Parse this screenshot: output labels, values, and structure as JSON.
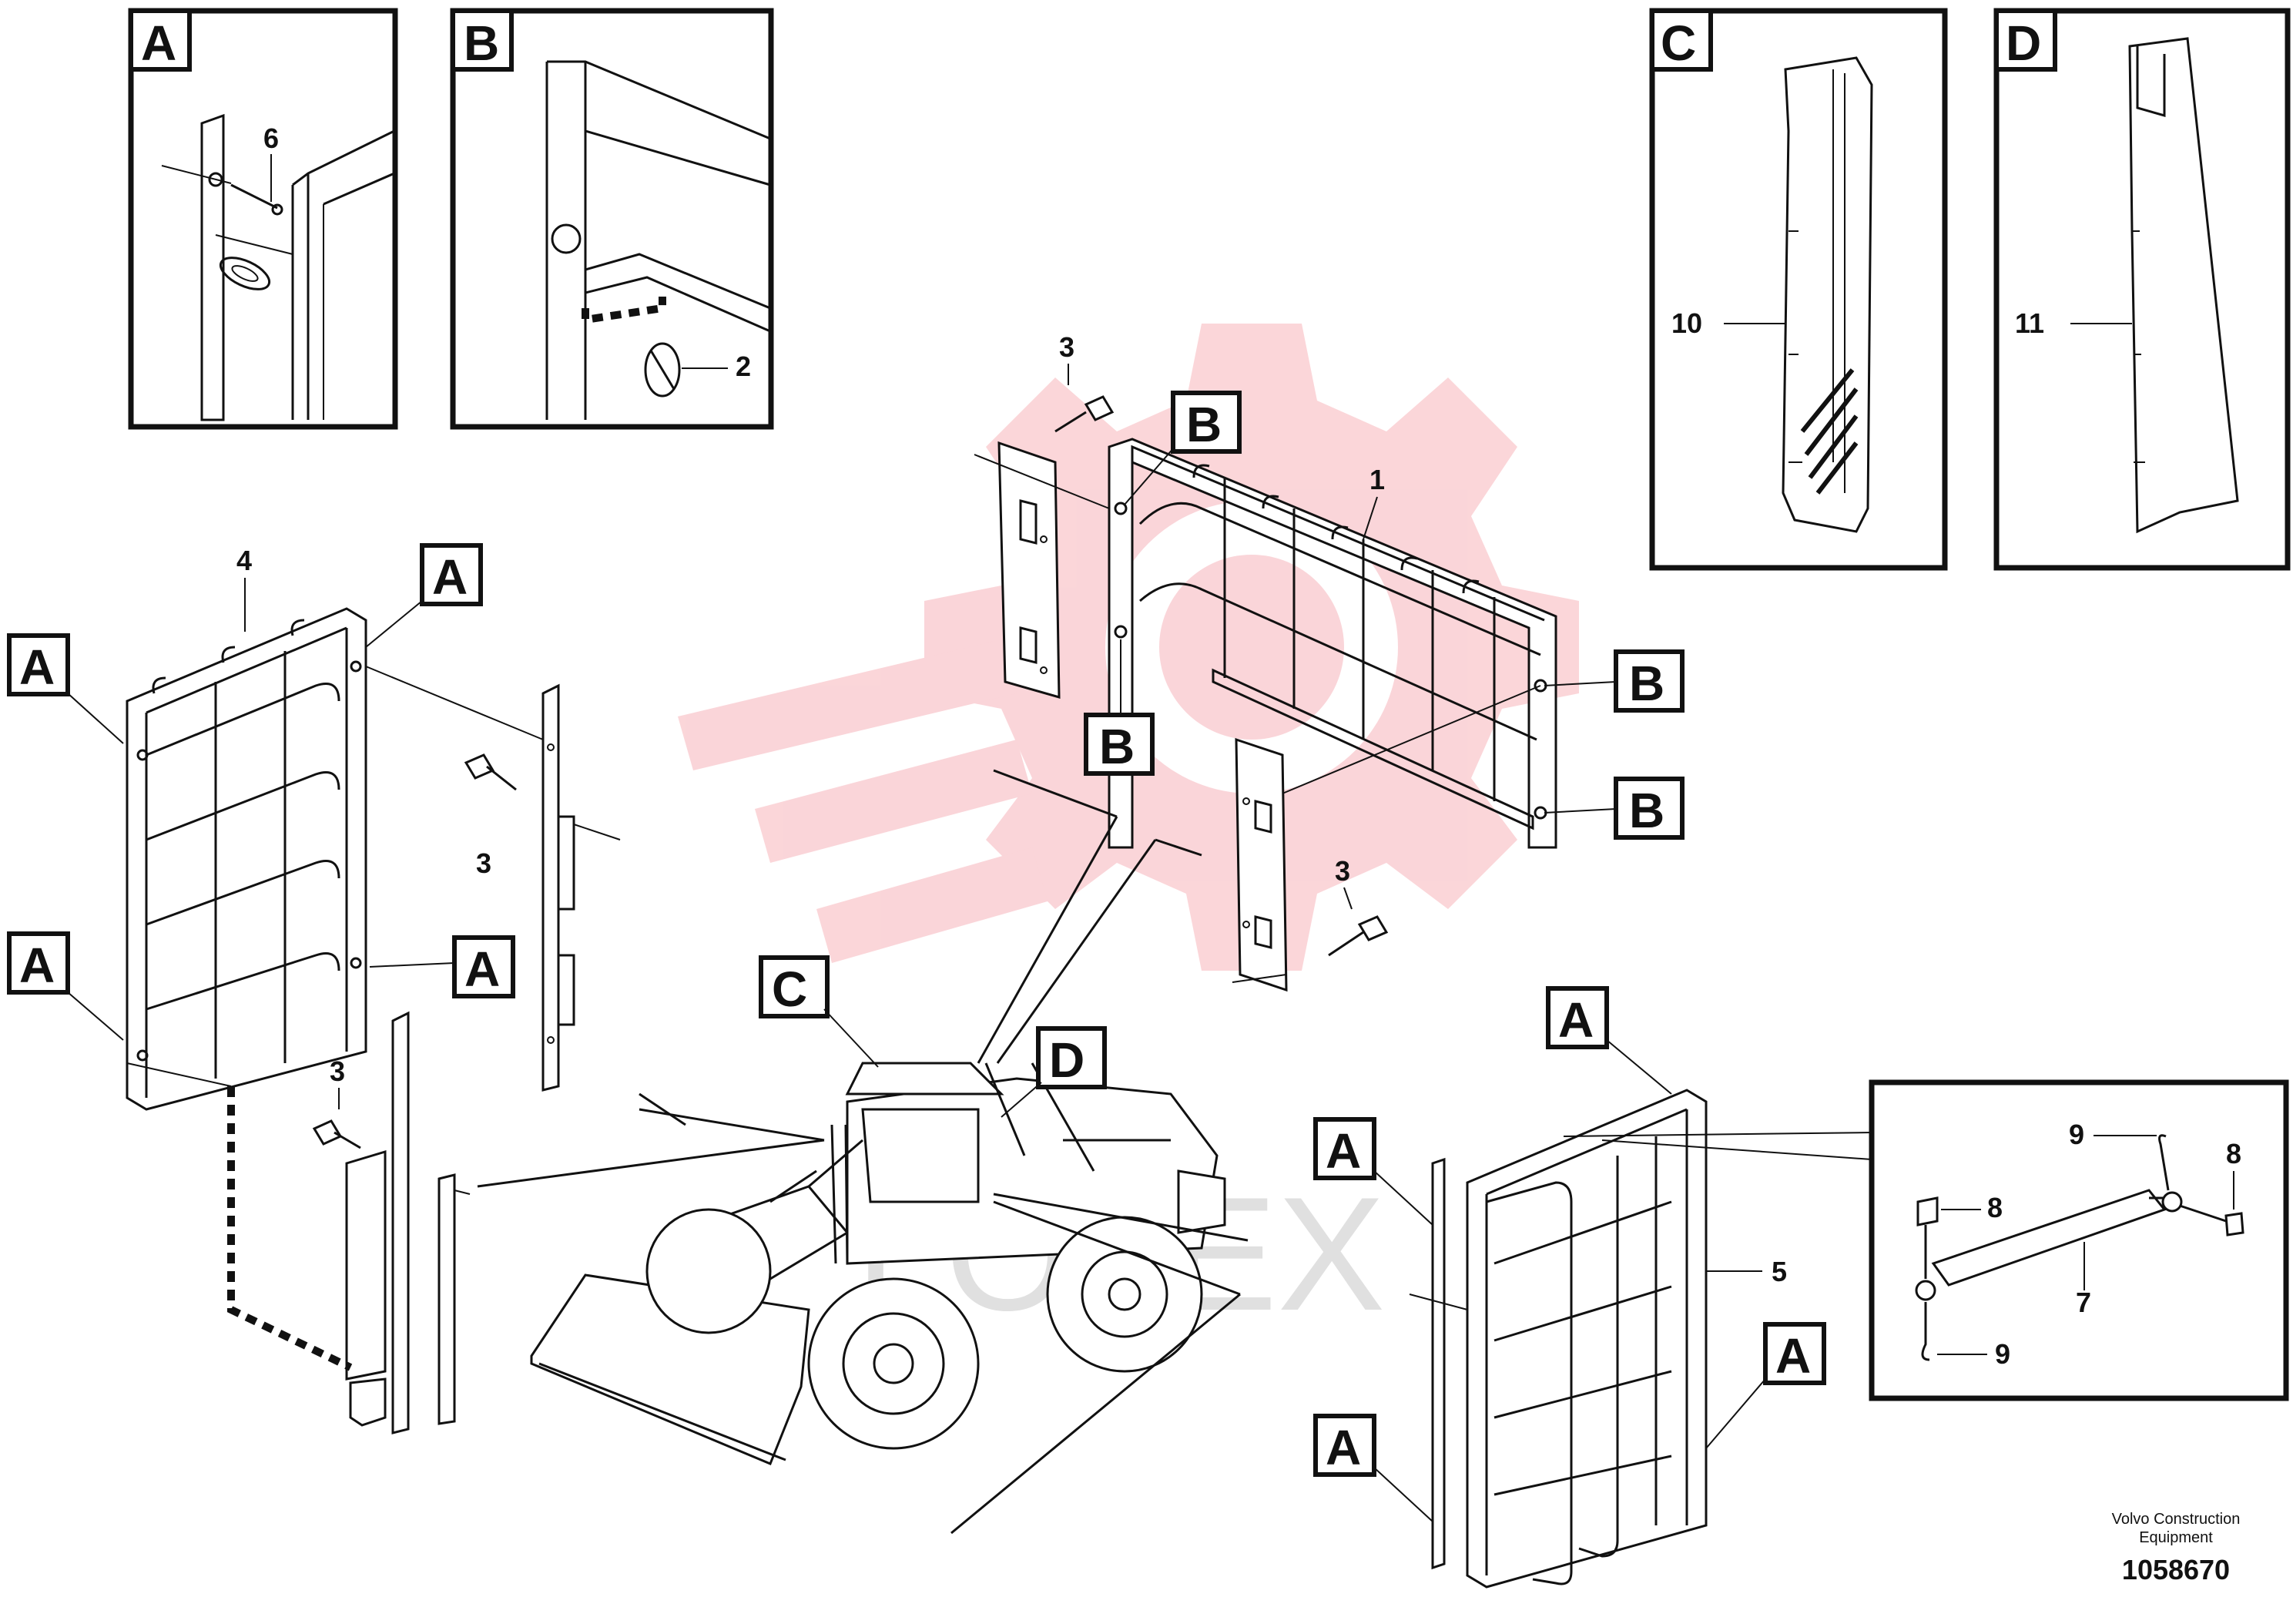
{
  "detail_labels": {
    "A": "A",
    "B": "B",
    "C": "C",
    "D": "D"
  },
  "part_numbers": {
    "p1": "1",
    "p2": "2",
    "p3": "3",
    "p4": "4",
    "p5": "5",
    "p6": "6",
    "p7": "7",
    "p8": "8",
    "p9": "9",
    "p10": "10",
    "p11": "11"
  },
  "footer": {
    "company_line1": "Volvo Construction",
    "company_line2": "Equipment",
    "document_number": "1058670"
  },
  "watermark": {
    "text": "LOTEX",
    "color": "#f0a0a8"
  }
}
